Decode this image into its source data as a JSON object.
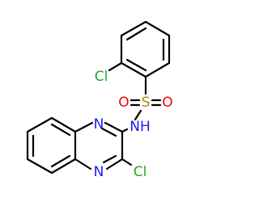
{
  "molecule": {
    "atoms": {
      "cl_top": "Cl",
      "s": "S",
      "o_left": "O",
      "o_right": "O",
      "nh": "NH",
      "n_upper": "N",
      "n_lower": "N",
      "cl_bottom": "Cl"
    },
    "colors": {
      "bond": "#000000",
      "chlorine": "#22aa22",
      "sulfur": "#b8860b",
      "oxygen": "#ee0000",
      "nitrogen": "#1a1aee"
    }
  }
}
